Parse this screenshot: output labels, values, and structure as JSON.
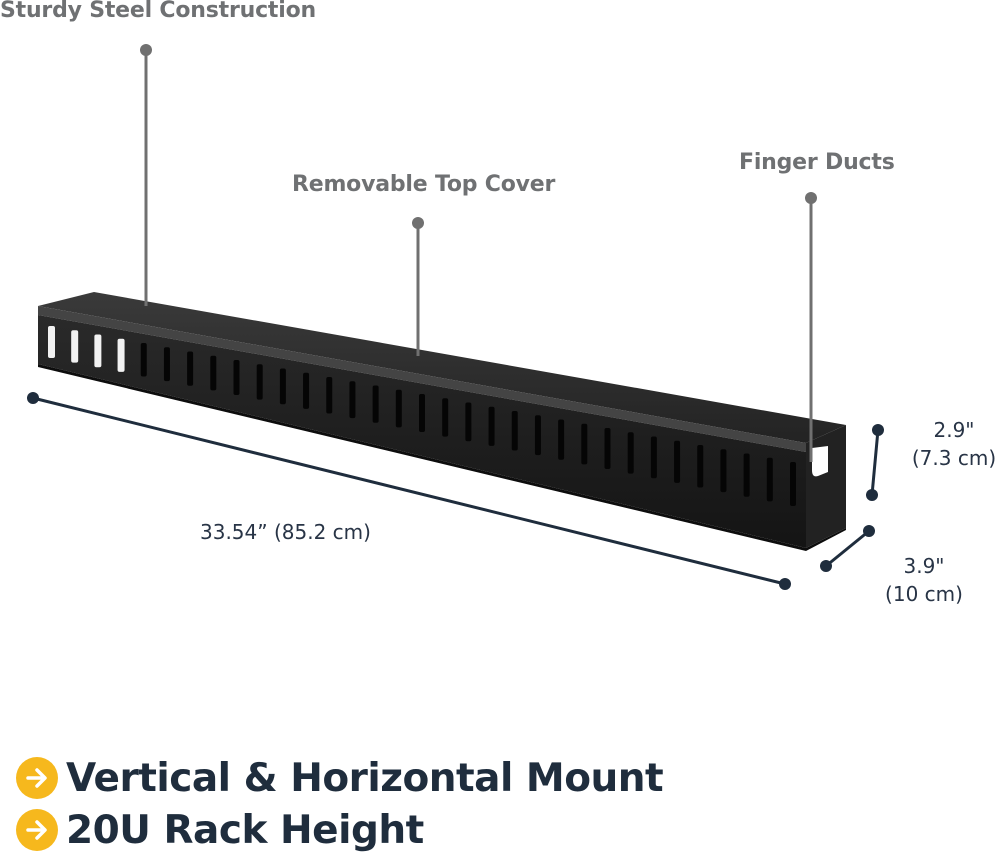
{
  "callouts": {
    "construction": "Sturdy Steel Construction",
    "top_cover": "Removable Top Cover",
    "finger_ducts": "Finger Ducts"
  },
  "dimensions": {
    "length": "33.54” (85.2 cm)",
    "height_in": "2.9\"",
    "height_cm": "(7.3 cm)",
    "depth_in": "3.9\"",
    "depth_cm": "(10 cm)"
  },
  "features": [
    {
      "label": "Vertical & Horizontal Mount"
    },
    {
      "label": "20U Rack Height"
    }
  ],
  "colors": {
    "callout_text": "#6f7173",
    "dimension_text": "#283446",
    "dimension_line": "#1f2d3d",
    "leader_line": "#707070",
    "accent": "#f6b81d",
    "product": "#1b1b1b"
  },
  "icons": {
    "feature_bullet": "arrow-right-circle-icon"
  }
}
